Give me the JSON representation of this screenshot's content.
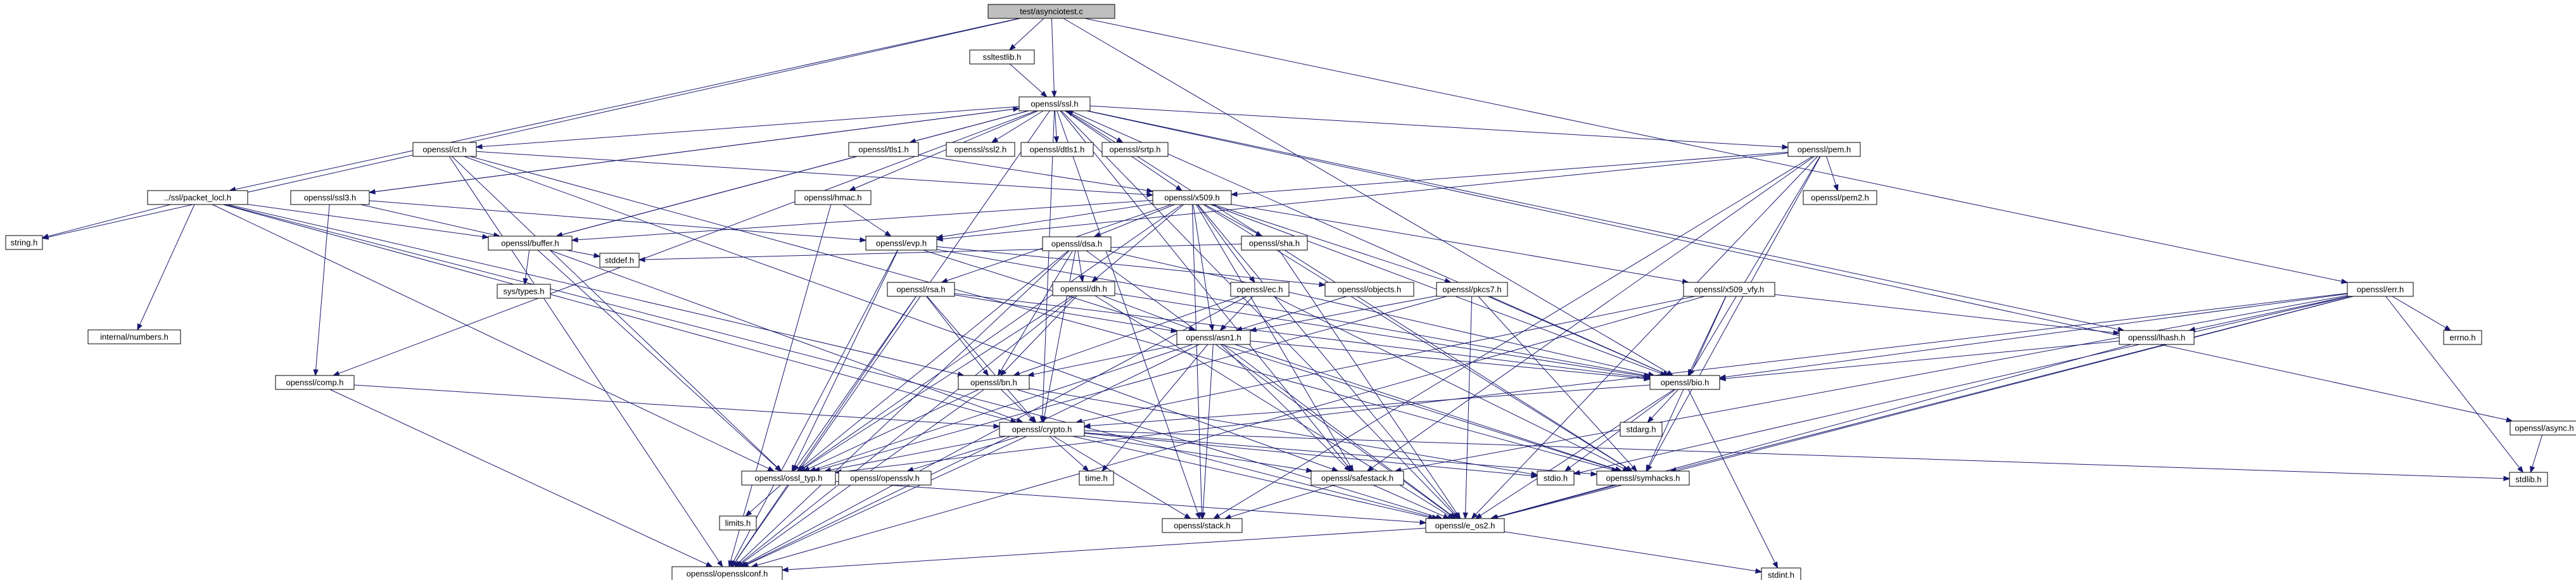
{
  "graph": {
    "type": "include-dependency-graph",
    "colors": {
      "edge": "#191970",
      "node_border": "#000000",
      "root_fill": "#bfbfbf",
      "node_fill": "#ffffff",
      "truncated_node_border": "#ff0000"
    },
    "nodes": [
      {
        "id": "root",
        "label": "test/asynciotest.c",
        "root": true
      },
      {
        "id": "ssltestlib",
        "label": "ssltestlib.h"
      },
      {
        "id": "ssl",
        "label": "openssl/ssl.h"
      },
      {
        "id": "string",
        "label": "string.h"
      },
      {
        "id": "packet",
        "label": "../ssl/packet_locl.h"
      },
      {
        "id": "err",
        "label": "openssl/err.h"
      },
      {
        "id": "ssl3",
        "label": "openssl/ssl3.h"
      },
      {
        "id": "ct",
        "label": "openssl/ct.h"
      },
      {
        "id": "tls1",
        "label": "openssl/tls1.h"
      },
      {
        "id": "ssl2",
        "label": "openssl/ssl2.h"
      },
      {
        "id": "dtls1",
        "label": "openssl/dtls1.h"
      },
      {
        "id": "srtp",
        "label": "openssl/srtp.h"
      },
      {
        "id": "pem",
        "label": "openssl/pem.h"
      },
      {
        "id": "hmac",
        "label": "openssl/hmac.h"
      },
      {
        "id": "x509",
        "label": "openssl/x509.h"
      },
      {
        "id": "pem2",
        "label": "openssl/pem2.h"
      },
      {
        "id": "buffer",
        "label": "openssl/buffer.h"
      },
      {
        "id": "evp",
        "label": "openssl/evp.h"
      },
      {
        "id": "dsa",
        "label": "openssl/dsa.h"
      },
      {
        "id": "sha",
        "label": "openssl/sha.h"
      },
      {
        "id": "stddef",
        "label": "stddef.h"
      },
      {
        "id": "systypes",
        "label": "sys/types.h"
      },
      {
        "id": "rsa",
        "label": "openssl/rsa.h"
      },
      {
        "id": "dh",
        "label": "openssl/dh.h"
      },
      {
        "id": "ec",
        "label": "openssl/ec.h"
      },
      {
        "id": "objects",
        "label": "openssl/objects.h",
        "truncated": true
      },
      {
        "id": "pkcs7",
        "label": "openssl/pkcs7.h"
      },
      {
        "id": "x509vfy",
        "label": "openssl/x509_vfy.h"
      },
      {
        "id": "numbers",
        "label": "internal/numbers.h"
      },
      {
        "id": "asn1",
        "label": "openssl/asn1.h"
      },
      {
        "id": "lhash",
        "label": "openssl/lhash.h"
      },
      {
        "id": "errno",
        "label": "errno.h"
      },
      {
        "id": "comp",
        "label": "openssl/comp.h"
      },
      {
        "id": "bn",
        "label": "openssl/bn.h"
      },
      {
        "id": "bio",
        "label": "openssl/bio.h"
      },
      {
        "id": "stdarg",
        "label": "stdarg.h"
      },
      {
        "id": "crypto",
        "label": "openssl/crypto.h"
      },
      {
        "id": "async",
        "label": "openssl/async.h"
      },
      {
        "id": "stdlib",
        "label": "stdlib.h"
      },
      {
        "id": "ossltyp",
        "label": "openssl/ossl_typ.h"
      },
      {
        "id": "opensslv",
        "label": "openssl/opensslv.h"
      },
      {
        "id": "time",
        "label": "time.h"
      },
      {
        "id": "safestack",
        "label": "openssl/safestack.h"
      },
      {
        "id": "stdio",
        "label": "stdio.h"
      },
      {
        "id": "symhacks",
        "label": "openssl/symhacks.h"
      },
      {
        "id": "limits",
        "label": "limits.h"
      },
      {
        "id": "stack",
        "label": "openssl/stack.h"
      },
      {
        "id": "eos2",
        "label": "openssl/e_os2.h"
      },
      {
        "id": "stdint",
        "label": "stdint.h"
      },
      {
        "id": "opensslconf",
        "label": "openssl/opensslconf.h"
      }
    ],
    "edges": [
      [
        "root",
        "ssltestlib"
      ],
      [
        "root",
        "ssl"
      ],
      [
        "root",
        "string"
      ],
      [
        "root",
        "packet"
      ],
      [
        "root",
        "err"
      ],
      [
        "root",
        "bio"
      ],
      [
        "ssltestlib",
        "ssl"
      ],
      [
        "ssl",
        "eos2"
      ],
      [
        "ssl",
        "opensslconf"
      ],
      [
        "ssl",
        "comp"
      ],
      [
        "ssl",
        "bio"
      ],
      [
        "ssl",
        "x509"
      ],
      [
        "ssl",
        "pem"
      ],
      [
        "ssl",
        "hmac"
      ],
      [
        "ssl",
        "async"
      ],
      [
        "ssl",
        "buffer"
      ],
      [
        "ssl",
        "lhash"
      ],
      [
        "ssl",
        "stack"
      ],
      [
        "ssl",
        "safestack"
      ],
      [
        "ssl",
        "symhacks"
      ],
      [
        "ssl",
        "ct"
      ],
      [
        "ssl",
        "ssl2"
      ],
      [
        "ssl",
        "ssl3"
      ],
      [
        "ssl",
        "tls1"
      ],
      [
        "ssl",
        "dtls1"
      ],
      [
        "ssl",
        "srtp"
      ],
      [
        "ssl",
        "crypto"
      ],
      [
        "packet",
        "string"
      ],
      [
        "packet",
        "numbers"
      ],
      [
        "packet",
        "buffer"
      ],
      [
        "packet",
        "crypto"
      ],
      [
        "packet",
        "bn"
      ],
      [
        "packet",
        "ossltyp"
      ],
      [
        "packet",
        "eos2"
      ],
      [
        "err",
        "stdio"
      ],
      [
        "err",
        "stdlib"
      ],
      [
        "err",
        "eos2"
      ],
      [
        "err",
        "ossltyp"
      ],
      [
        "err",
        "bio"
      ],
      [
        "err",
        "lhash"
      ],
      [
        "err",
        "errno"
      ],
      [
        "err",
        "safestack"
      ],
      [
        "err",
        "symhacks"
      ],
      [
        "ssl3",
        "comp"
      ],
      [
        "ssl3",
        "buffer"
      ],
      [
        "ssl3",
        "evp"
      ],
      [
        "ssl3",
        "ssl"
      ],
      [
        "ct",
        "x509"
      ],
      [
        "ct",
        "safestack"
      ],
      [
        "ct",
        "symhacks"
      ],
      [
        "ct",
        "ossltyp"
      ],
      [
        "ct",
        "opensslconf"
      ],
      [
        "tls1",
        "buffer"
      ],
      [
        "tls1",
        "x509"
      ],
      [
        "srtp",
        "ssl"
      ],
      [
        "pem",
        "eos2"
      ],
      [
        "pem",
        "bio"
      ],
      [
        "pem",
        "stack"
      ],
      [
        "pem",
        "evp"
      ],
      [
        "pem",
        "x509"
      ],
      [
        "pem",
        "pem2"
      ],
      [
        "pem",
        "safestack"
      ],
      [
        "pem",
        "symhacks"
      ],
      [
        "hmac",
        "opensslconf"
      ],
      [
        "hmac",
        "evp"
      ],
      [
        "x509",
        "eos2"
      ],
      [
        "x509",
        "ossltyp"
      ],
      [
        "x509",
        "symhacks"
      ],
      [
        "x509",
        "buffer"
      ],
      [
        "x509",
        "evp"
      ],
      [
        "x509",
        "bio"
      ],
      [
        "x509",
        "stack"
      ],
      [
        "x509",
        "asn1"
      ],
      [
        "x509",
        "safestack"
      ],
      [
        "x509",
        "ec"
      ],
      [
        "x509",
        "dsa"
      ],
      [
        "x509",
        "dh"
      ],
      [
        "x509",
        "rsa"
      ],
      [
        "x509",
        "sha"
      ],
      [
        "x509",
        "x509vfy"
      ],
      [
        "x509",
        "pkcs7"
      ],
      [
        "buffer",
        "ossltyp"
      ],
      [
        "buffer",
        "stddef"
      ],
      [
        "buffer",
        "systypes"
      ],
      [
        "buffer",
        "crypto"
      ],
      [
        "evp",
        "opensslconf"
      ],
      [
        "evp",
        "ossltyp"
      ],
      [
        "evp",
        "symhacks"
      ],
      [
        "evp",
        "bio"
      ],
      [
        "evp",
        "objects"
      ],
      [
        "dsa",
        "opensslconf"
      ],
      [
        "dsa",
        "eos2"
      ],
      [
        "dsa",
        "bio"
      ],
      [
        "dsa",
        "crypto"
      ],
      [
        "dsa",
        "ossltyp"
      ],
      [
        "dsa",
        "bn"
      ],
      [
        "dsa",
        "dh"
      ],
      [
        "sha",
        "eos2"
      ],
      [
        "sha",
        "stddef"
      ],
      [
        "rsa",
        "opensslconf"
      ],
      [
        "rsa",
        "asn1"
      ],
      [
        "rsa",
        "bio"
      ],
      [
        "rsa",
        "crypto"
      ],
      [
        "rsa",
        "ossltyp"
      ],
      [
        "rsa",
        "bn"
      ],
      [
        "dh",
        "opensslconf"
      ],
      [
        "dh",
        "eos2"
      ],
      [
        "dh",
        "bio"
      ],
      [
        "dh",
        "asn1"
      ],
      [
        "dh",
        "ossltyp"
      ],
      [
        "dh",
        "bn"
      ],
      [
        "ec",
        "opensslconf"
      ],
      [
        "ec",
        "asn1"
      ],
      [
        "ec",
        "symhacks"
      ],
      [
        "ec",
        "bn"
      ],
      [
        "objects",
        "asn1"
      ],
      [
        "pkcs7",
        "asn1"
      ],
      [
        "pkcs7",
        "bio"
      ],
      [
        "pkcs7",
        "eos2"
      ],
      [
        "pkcs7",
        "symhacks"
      ],
      [
        "pkcs7",
        "ossltyp"
      ],
      [
        "x509vfy",
        "opensslconf"
      ],
      [
        "x509vfy",
        "lhash"
      ],
      [
        "x509vfy",
        "bio"
      ],
      [
        "x509vfy",
        "crypto"
      ],
      [
        "x509vfy",
        "symhacks"
      ],
      [
        "asn1",
        "time"
      ],
      [
        "asn1",
        "eos2"
      ],
      [
        "asn1",
        "opensslconf"
      ],
      [
        "asn1",
        "bio"
      ],
      [
        "asn1",
        "stack"
      ],
      [
        "asn1",
        "safestack"
      ],
      [
        "asn1",
        "ossltyp"
      ],
      [
        "asn1",
        "symhacks"
      ],
      [
        "asn1",
        "bn"
      ],
      [
        "lhash",
        "eos2"
      ],
      [
        "lhash",
        "bio"
      ],
      [
        "comp",
        "crypto"
      ],
      [
        "comp",
        "opensslconf"
      ],
      [
        "bn",
        "eos2"
      ],
      [
        "bn",
        "stdio"
      ],
      [
        "bn",
        "opensslconf"
      ],
      [
        "bn",
        "ossltyp"
      ],
      [
        "bn",
        "crypto"
      ],
      [
        "bio",
        "eos2"
      ],
      [
        "bio",
        "stdio"
      ],
      [
        "bio",
        "stdarg"
      ],
      [
        "bio",
        "crypto"
      ],
      [
        "bio",
        "stdint"
      ],
      [
        "crypto",
        "stdlib"
      ],
      [
        "crypto",
        "time"
      ],
      [
        "crypto",
        "eos2"
      ],
      [
        "crypto",
        "stack"
      ],
      [
        "crypto",
        "safestack"
      ],
      [
        "crypto",
        "opensslv"
      ],
      [
        "crypto",
        "ossltyp"
      ],
      [
        "crypto",
        "symhacks"
      ],
      [
        "crypto",
        "opensslconf"
      ],
      [
        "crypto",
        "stdio"
      ],
      [
        "async",
        "stdlib"
      ],
      [
        "ossltyp",
        "limits"
      ],
      [
        "ossltyp",
        "eos2"
      ],
      [
        "safestack",
        "stack"
      ],
      [
        "safestack",
        "eos2"
      ],
      [
        "symhacks",
        "eos2"
      ],
      [
        "eos2",
        "opensslconf"
      ],
      [
        "eos2",
        "stdint"
      ]
    ]
  }
}
